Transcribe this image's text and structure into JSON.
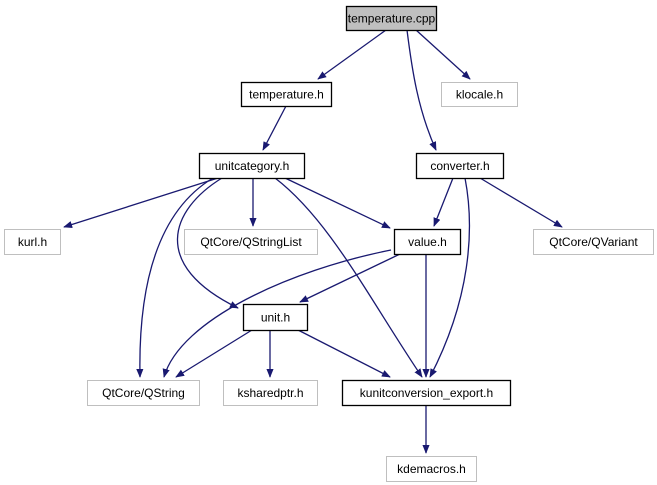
{
  "title": "temperature.cpp include dependency graph",
  "colors": {
    "edge": "#191970",
    "root_fill": "#bfbfbf",
    "documented_border": "#000000",
    "external_border": "#bfbfbf",
    "background": "#ffffff"
  },
  "nodes": [
    {
      "id": "temperature_cpp",
      "label": "temperature.cpp",
      "kind": "root"
    },
    {
      "id": "temperature_h",
      "label": "temperature.h",
      "kind": "documented"
    },
    {
      "id": "klocale_h",
      "label": "klocale.h",
      "kind": "external"
    },
    {
      "id": "unitcategory_h",
      "label": "unitcategory.h",
      "kind": "documented"
    },
    {
      "id": "converter_h",
      "label": "converter.h",
      "kind": "documented"
    },
    {
      "id": "kurl_h",
      "label": "kurl.h",
      "kind": "external"
    },
    {
      "id": "qstringlist",
      "label": "QtCore/QStringList",
      "kind": "external"
    },
    {
      "id": "value_h",
      "label": "value.h",
      "kind": "documented"
    },
    {
      "id": "qvariant",
      "label": "QtCore/QVariant",
      "kind": "external"
    },
    {
      "id": "unit_h",
      "label": "unit.h",
      "kind": "documented"
    },
    {
      "id": "qstring",
      "label": "QtCore/QString",
      "kind": "external"
    },
    {
      "id": "ksharedptr_h",
      "label": "ksharedptr.h",
      "kind": "external"
    },
    {
      "id": "kunitconversion_export_h",
      "label": "kunitconversion_export.h",
      "kind": "documented"
    },
    {
      "id": "kdemacros_h",
      "label": "kdemacros.h",
      "kind": "external"
    }
  ],
  "edges": [
    {
      "from": "temperature_cpp",
      "to": "temperature_h"
    },
    {
      "from": "temperature_cpp",
      "to": "klocale_h"
    },
    {
      "from": "temperature_cpp",
      "to": "converter_h"
    },
    {
      "from": "temperature_h",
      "to": "unitcategory_h"
    },
    {
      "from": "unitcategory_h",
      "to": "kurl_h"
    },
    {
      "from": "unitcategory_h",
      "to": "qstringlist"
    },
    {
      "from": "unitcategory_h",
      "to": "value_h"
    },
    {
      "from": "unitcategory_h",
      "to": "unit_h"
    },
    {
      "from": "unitcategory_h",
      "to": "qstring"
    },
    {
      "from": "unitcategory_h",
      "to": "kunitconversion_export_h"
    },
    {
      "from": "converter_h",
      "to": "value_h"
    },
    {
      "from": "converter_h",
      "to": "qvariant"
    },
    {
      "from": "converter_h",
      "to": "kunitconversion_export_h"
    },
    {
      "from": "value_h",
      "to": "unit_h"
    },
    {
      "from": "value_h",
      "to": "qstring"
    },
    {
      "from": "value_h",
      "to": "kunitconversion_export_h"
    },
    {
      "from": "unit_h",
      "to": "qstring"
    },
    {
      "from": "unit_h",
      "to": "ksharedptr_h"
    },
    {
      "from": "unit_h",
      "to": "kunitconversion_export_h"
    },
    {
      "from": "kunitconversion_export_h",
      "to": "kdemacros_h"
    }
  ]
}
